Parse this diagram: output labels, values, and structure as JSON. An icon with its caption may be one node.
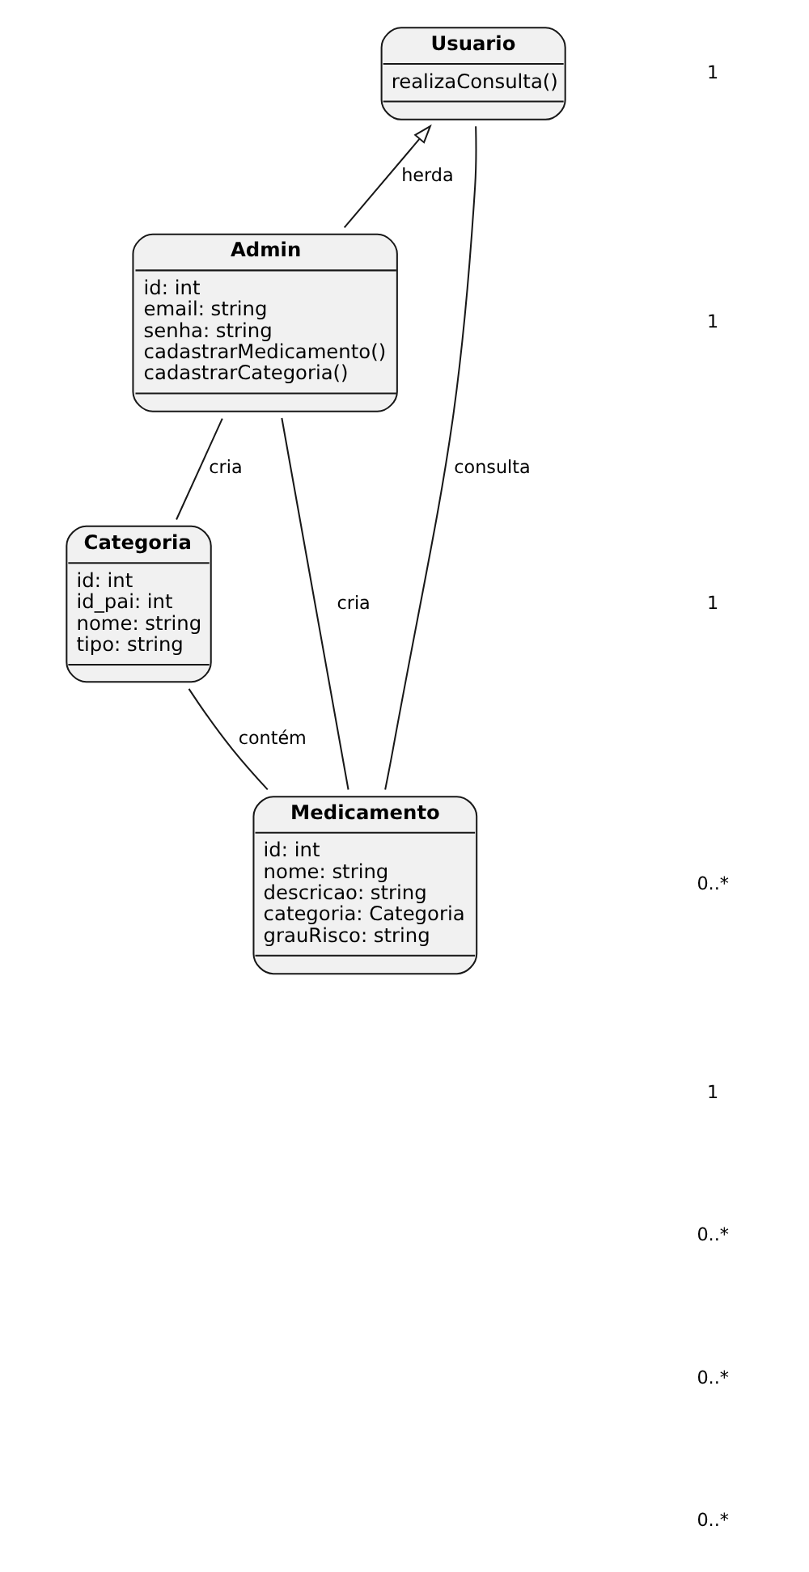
{
  "diagram": {
    "nodes": [
      {
        "text": [
          "Usuario",
          "realizaConsulta()"
        ]
      },
      {
        "text": [
          "Admin",
          "id: int",
          "email: string",
          "senha: string",
          "cadastrarMedicamento()",
          "cadastrarCategoria()"
        ]
      },
      {
        "text": [
          "Categoria",
          "id: int",
          "id_pai: int",
          "nome: string",
          "tipo: string"
        ]
      },
      {
        "text": [
          "Medicamento",
          "id: int",
          "nome: string",
          "descricao: string",
          "categoria: Categoria",
          "grauRisco: string"
        ]
      }
    ],
    "edges": [
      {
        "from": 1,
        "to": 0,
        "arrow": "to",
        "label": "herda"
      },
      {
        "from": 0,
        "to": 3,
        "arrow": "none",
        "label": "consulta"
      },
      {
        "from": 1,
        "to": 2,
        "arrow": "none",
        "label": "cria"
      },
      {
        "from": 1,
        "to": 3,
        "arrow": "none",
        "label": "cria"
      },
      {
        "from": 2,
        "to": 3,
        "arrow": "none",
        "label": "contém"
      }
    ],
    "labels": [
      "1",
      "1",
      "1",
      "0..*",
      "1",
      "0..*",
      "0..*",
      "0..*"
    ]
  }
}
